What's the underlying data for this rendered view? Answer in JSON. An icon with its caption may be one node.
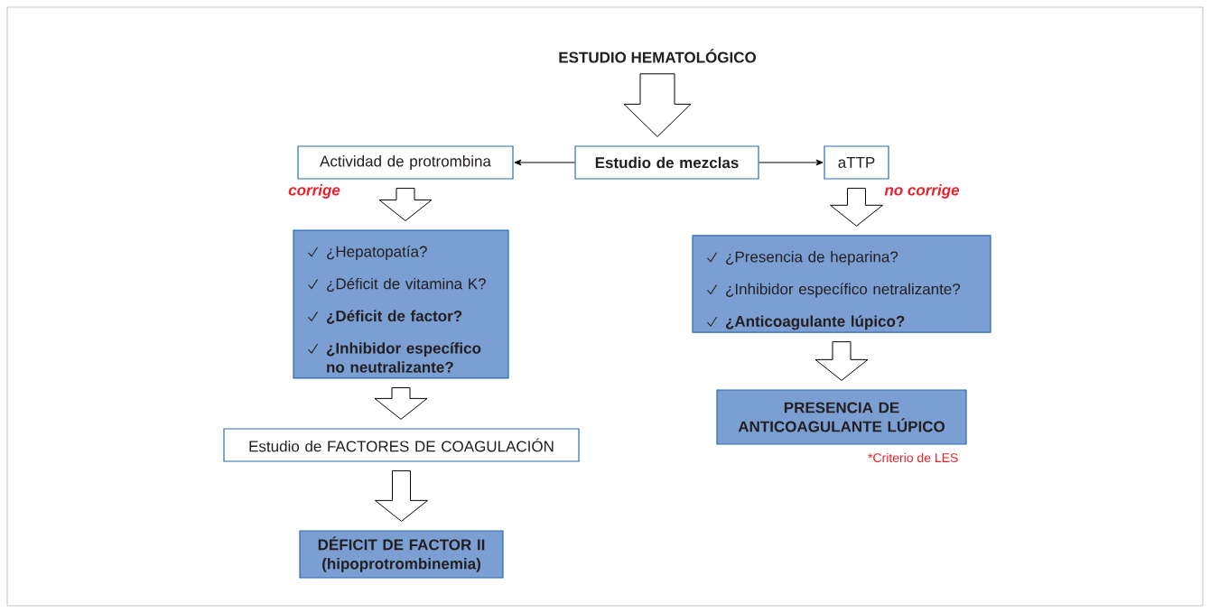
{
  "diagram": {
    "nodes": [
      {
        "text": [
          "ESTUDIO HEMATOLÓGICO"
        ]
      },
      {
        "text": [
          "Estudio de mezclas"
        ]
      },
      {
        "text": [
          "Actividad de protrombina"
        ]
      },
      {
        "text": [
          "aTTP"
        ]
      },
      {
        "text": [
          "¿Hepatopatía?",
          "¿Déficit de vitamina K?",
          "¿Déficit de factor?",
          "¿Inhibidor específico no neutralizante?"
        ]
      },
      {
        "text": [
          "¿Presencia de heparina?",
          "¿Inhibidor específico netralizante?",
          "¿Anticoagulante lúpico?"
        ]
      },
      {
        "text": [
          "Estudio de FACTORES DE COAGULACIÓN"
        ]
      },
      {
        "text": [
          "DÉFICIT DE FACTOR II",
          "(hipoprotrombinemia)"
        ]
      },
      {
        "text": [
          "PRESENCIA DE ANTICOAGULANTE LÚPICO"
        ],
        "beside": [
          "*Criterio de LES"
        ]
      }
    ],
    "edges": [
      {
        "from": 0,
        "to": 1,
        "arrow": "to",
        "style": "thick"
      },
      {
        "from": 1,
        "to": 2,
        "arrow": "to"
      },
      {
        "from": 1,
        "to": 3,
        "arrow": "to"
      },
      {
        "from": 2,
        "to": 4,
        "arrow": "to",
        "style": "thick",
        "label": "corrige"
      },
      {
        "from": 3,
        "to": 5,
        "arrow": "to",
        "style": "thick",
        "label": "no corrige"
      },
      {
        "from": 4,
        "to": 6,
        "arrow": "to",
        "style": "thick"
      },
      {
        "from": 6,
        "to": 7,
        "arrow": "to",
        "style": "thick"
      },
      {
        "from": 5,
        "to": 8,
        "arrow": "to",
        "style": "thick"
      }
    ]
  }
}
